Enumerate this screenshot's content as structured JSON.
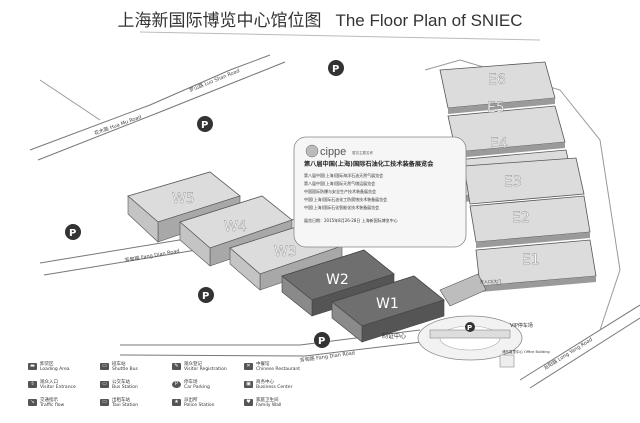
{
  "title_cn": "上海新国际博览中心馆位图",
  "title_en": "The Floor Plan of SNIEC",
  "halls": [
    "E6",
    "E5",
    "E4",
    "E3",
    "E2",
    "E1",
    "W5",
    "W4",
    "W3",
    "W2",
    "W1"
  ],
  "roads": {
    "hua_mu": "花木路 Hua Mu Road",
    "luo_shan": "罗山路 Luo Shan Road",
    "fang_dian": "芳甸路 Fang Dian Road",
    "fang_dian_2": "芳甸路 Fang Dian Road",
    "long_yang": "龙阳路 Long Yang Road"
  },
  "parking_symbol": "P",
  "labels": {
    "registration": "制证中心",
    "vip": "VIP停车场",
    "office_building": "浦东嘉里中心 Office Building",
    "gate": "东入口/大门"
  },
  "event": {
    "logo": "cippe",
    "logo_sub": "展览主题名称",
    "name": "第八届中国(上海)国际石油化工技术装备展览会",
    "lines": [
      "第八届中国(上海)国际海洋石油天然气展览会",
      "第八届中国(上海)国际天然气储运展览会",
      "中国国际防爆与安全生产技术装备展览会",
      "中国(上海)国际石油化工防腐蚀技术装备展览会",
      "中国(上海)国际石化智能化技术装备展览会"
    ],
    "date": "展览日期：2015年8月26-28日  上海新国际博览中心"
  },
  "legend": [
    {
      "cn": "卸货区",
      "en": "Loading Area"
    },
    {
      "cn": "观众入口",
      "en": "Visitor Entrance"
    },
    {
      "cn": "交通指示",
      "en": "Traffic flow"
    },
    {
      "cn": "班车站",
      "en": "Shuttle Bus"
    },
    {
      "cn": "公交车站",
      "en": "Bus Station"
    },
    {
      "cn": "出租车站",
      "en": "Taxi Station"
    },
    {
      "cn": "观众登记",
      "en": "Visitor Registration"
    },
    {
      "cn": "停车场",
      "en": "Car Parking"
    },
    {
      "cn": "派出所",
      "en": "Police Station"
    },
    {
      "cn": "中餐馆",
      "en": "Chinese Restaurant"
    },
    {
      "cn": "商务中心",
      "en": "Business Center"
    },
    {
      "cn": "家庭卫生间",
      "en": "Family Wall"
    }
  ]
}
